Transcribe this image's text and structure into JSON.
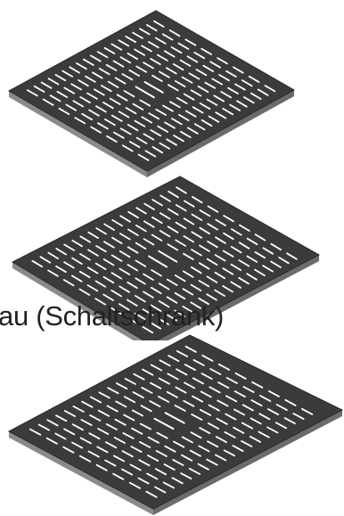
{
  "caption": "au (Schaltschrank)",
  "product": {
    "name": "perforated-shelf",
    "count_shown": 3,
    "colors": {
      "body": "#3b3b3c",
      "edge": "#7d7d80",
      "slot": "#ffffff"
    }
  }
}
